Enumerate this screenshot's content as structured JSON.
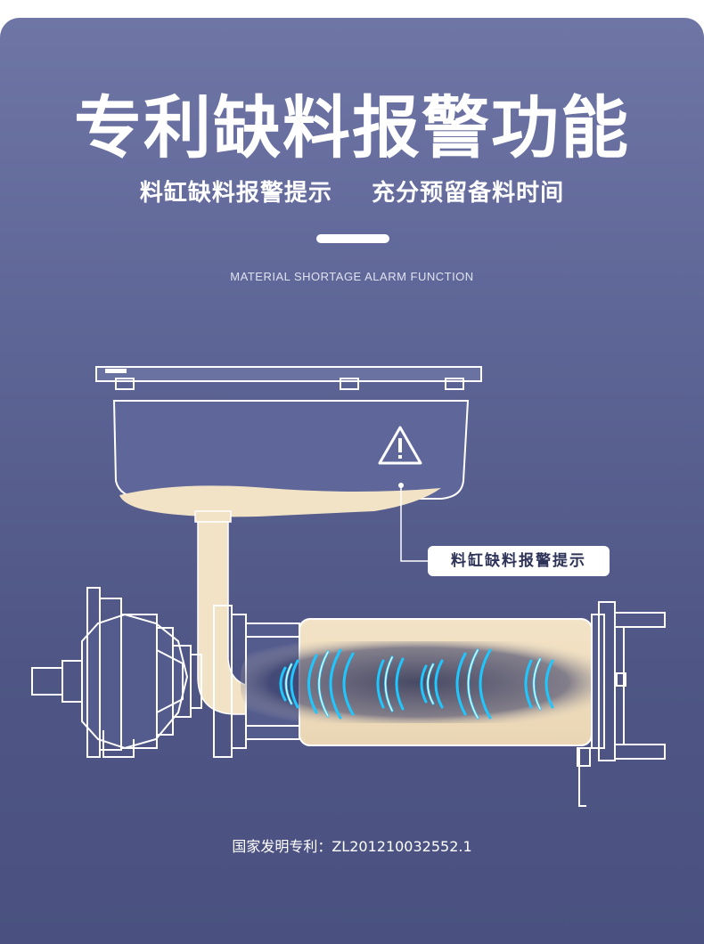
{
  "title": "专利缺料报警功能",
  "subtitle": {
    "left": "料缸缺料报警提示",
    "right": "充分预留备料时间"
  },
  "english_caption": "MATERIAL SHORTAGE ALARM FUNCTION",
  "callout_label": "料缸缺料报警提示",
  "patent_label": "国家发明专利：ZL201210032552.1",
  "colors": {
    "background_top": "#6f76a6",
    "background_bottom": "#4a5180",
    "material": "#f3e3c6",
    "wave_cyan": "#1fc7ff",
    "outline": "#ffffff"
  },
  "icons": {
    "warning": "warning-triangle-icon"
  }
}
